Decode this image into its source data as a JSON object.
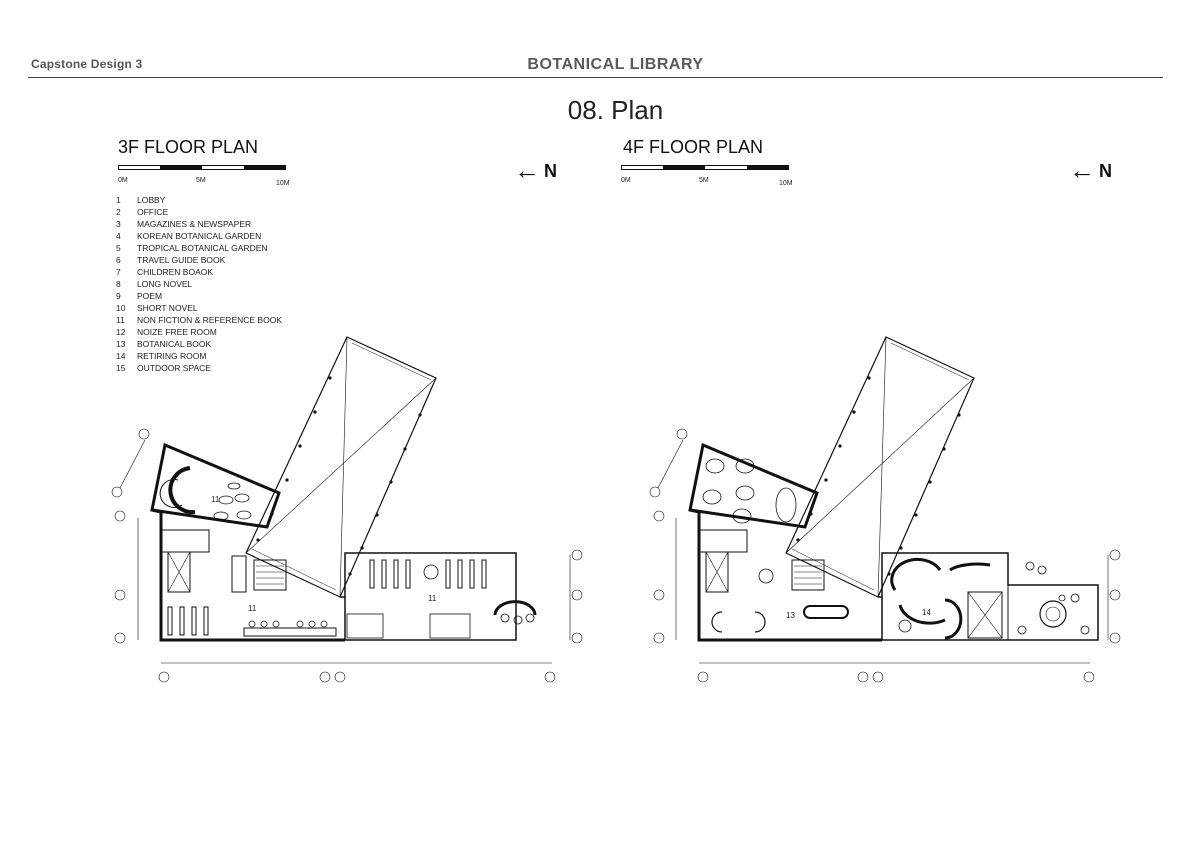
{
  "header": {
    "left_label": "Capstone Design 3",
    "title": "BOTANICAL LIBRARY"
  },
  "section_title": "08. Plan",
  "plans": [
    {
      "title": "3F FLOOR PLAN",
      "scale": {
        "start": "0M",
        "mid": "5M",
        "end": "10M"
      },
      "north_label": "N",
      "room_labels": [
        "11",
        "11",
        "11"
      ]
    },
    {
      "title": "4F FLOOR PLAN",
      "scale": {
        "start": "0M",
        "mid": "5M",
        "end": "10M"
      },
      "north_label": "N",
      "room_labels": [
        "13",
        "14"
      ]
    }
  ],
  "legend": [
    {
      "num": "1",
      "label": "LOBBY"
    },
    {
      "num": "2",
      "label": "OFFICE"
    },
    {
      "num": "3",
      "label": "MAGAZINES & NEWSPAPER"
    },
    {
      "num": "4",
      "label": "KOREAN BOTANICAL GARDEN"
    },
    {
      "num": "5",
      "label": "TROPICAL BOTANICAL GARDEN"
    },
    {
      "num": "6",
      "label": "TRAVEL GUIDE BOOK"
    },
    {
      "num": "7",
      "label": "CHILDREN BOAOK"
    },
    {
      "num": "8",
      "label": "LONG NOVEL"
    },
    {
      "num": "9",
      "label": "POEM"
    },
    {
      "num": "10",
      "label": "SHORT NOVEL"
    },
    {
      "num": "11",
      "label": "NON FICTION & REFERENCE BOOK"
    },
    {
      "num": "12",
      "label": "NOIZE FREE ROOM"
    },
    {
      "num": "13",
      "label": "BOTANICAL BOOK"
    },
    {
      "num": "14",
      "label": "RETIRING ROOM"
    },
    {
      "num": "15",
      "label": "OUTDOOR SPACE"
    }
  ]
}
